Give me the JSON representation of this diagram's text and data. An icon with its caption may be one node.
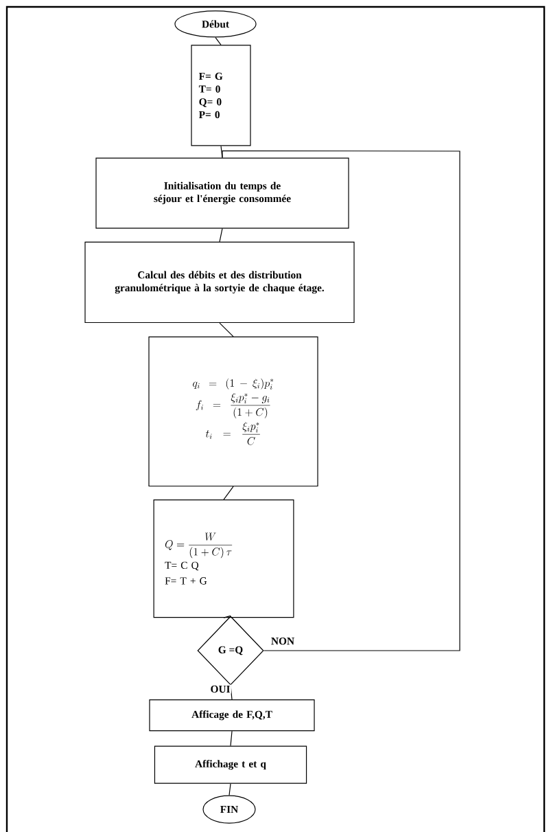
{
  "diagram": {
    "nodes": [
      {
        "text": [
          "Début"
        ]
      },
      {
        "text": [
          "F= G",
          "T= 0",
          "Q= 0",
          "P= 0"
        ]
      },
      {
        "text": [
          "Initialisation du temps de séjour et l'énergie consommée"
        ]
      },
      {
        "text": [
          "Calcul des débits et des distribution granulométrique à la sortyie de chaque étage."
        ]
      },
      {
        "text": [
          "q_i = (1-\\xi_i)p_i^*",
          "f_i = \\frac{\\xi_i p_i^* - g_i}{(1+C)}",
          "t_i = \\frac{\\xi_i p_i^*}{C}"
        ]
      },
      {
        "text": [
          "Q= \\frac{W}{(1+C)\\,\\tau}",
          "T= C Q",
          "F= T + G"
        ]
      },
      {
        "text": [
          "G =Q"
        ]
      },
      {
        "text": [
          "Afficage de F,Q,T"
        ]
      },
      {
        "text": [
          "Affichage t et q"
        ]
      },
      {
        "text": [
          "FIN"
        ]
      }
    ],
    "edges": [
      {
        "from": 0,
        "to": 1,
        "arrow": "none"
      },
      {
        "from": 1,
        "to": 2,
        "arrow": "none"
      },
      {
        "from": 2,
        "to": 3,
        "arrow": "none"
      },
      {
        "from": 3,
        "to": 4,
        "arrow": "none"
      },
      {
        "from": 4,
        "to": 5,
        "arrow": "none"
      },
      {
        "from": 5,
        "to": 6,
        "arrow": "none"
      },
      {
        "from": 6,
        "to": 2,
        "arrow": "none",
        "label": "NON"
      },
      {
        "from": 6,
        "to": 7,
        "arrow": "none",
        "label": "OUI"
      },
      {
        "from": 7,
        "to": 8,
        "arrow": "none"
      },
      {
        "from": 8,
        "to": 9,
        "arrow": "none"
      }
    ]
  }
}
